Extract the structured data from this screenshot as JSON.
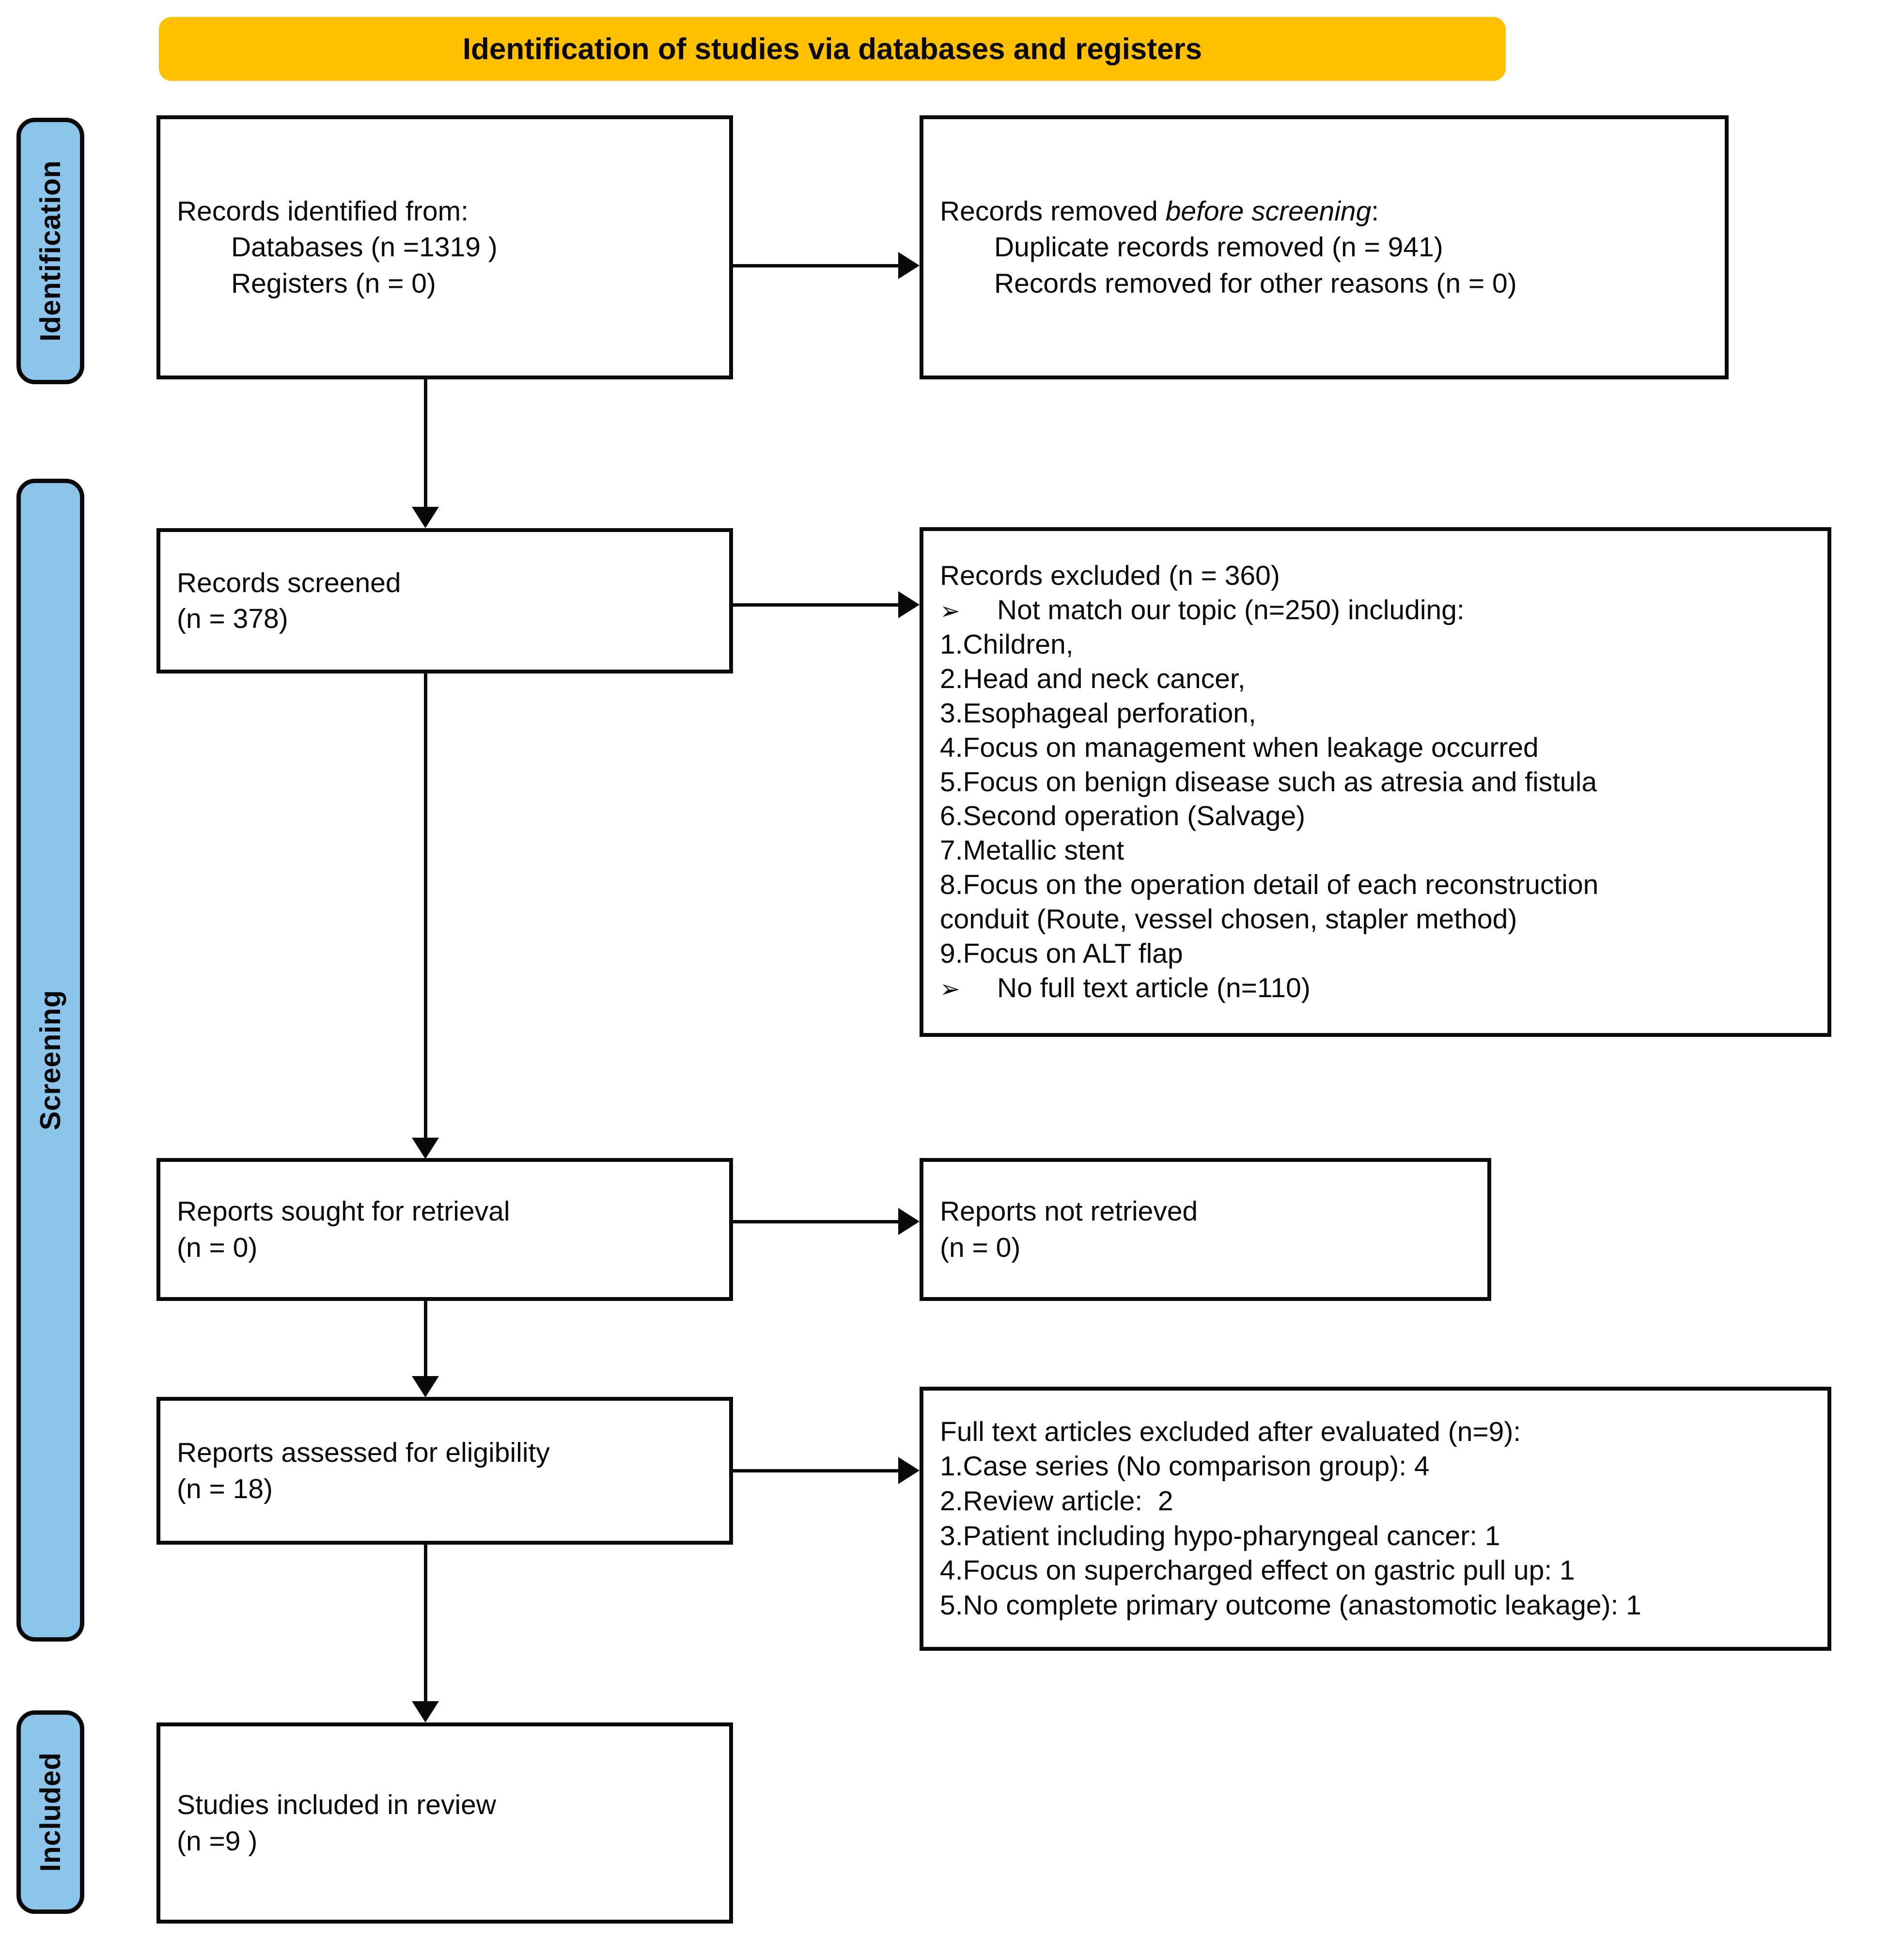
{
  "banner": {
    "title": "Identification of studies via databases and registers",
    "color": "#FFC000"
  },
  "phases": {
    "band_color": "#8CC4EC",
    "identification": "Identification",
    "screening": "Screening",
    "included": "Included"
  },
  "nodes": {
    "records_identified": {
      "title": "Records identified from:",
      "databases": "Databases (n =1319 )",
      "registers": "Registers (n = 0)"
    },
    "records_removed": {
      "title_lead": "Records removed ",
      "title_italic": "before screening",
      "title_tail": ":",
      "duplicates": "Duplicate records removed (n = 941)",
      "other": "Records removed for other reasons (n = 0)"
    },
    "records_screened": {
      "title": "Records screened",
      "count": "(n = 378)"
    },
    "records_excluded": {
      "title": "Records excluded (n = 360)",
      "bullet_glyph": "➢",
      "bullet_1": "Not match our topic (n=250) including:",
      "reasons": [
        "1.Children,",
        "2.Head and neck cancer,",
        "3.Esophageal perforation,",
        "4.Focus on management when leakage occurred",
        "5.Focus on benign disease such as atresia and fistula",
        "6.Second operation (Salvage)",
        "7.Metallic stent",
        "8.Focus on the operation detail of each reconstruction",
        "conduit (Route, vessel chosen, stapler method)",
        "9.Focus on ALT flap"
      ],
      "bullet_2": "No full text article (n=110)"
    },
    "reports_sought": {
      "title": "Reports sought for retrieval",
      "count": "(n = 0)"
    },
    "reports_not_retrieved": {
      "title": "Reports not retrieved",
      "count": "(n = 0)"
    },
    "reports_assessed": {
      "title": "Reports assessed for eligibility",
      "count": "(n = 18)"
    },
    "fulltext_excluded": {
      "title": "Full text articles excluded after evaluated (n=9):",
      "reasons": [
        "1.Case series (No comparison group): 4",
        "2.Review article:  2",
        "3.Patient including hypo-pharyngeal cancer: 1",
        "4.Focus on supercharged effect on gastric pull up: 1",
        "5.No complete primary outcome (anastomotic leakage): 1"
      ]
    },
    "studies_included": {
      "title": "Studies included in review",
      "count": "(n =9 )"
    }
  }
}
